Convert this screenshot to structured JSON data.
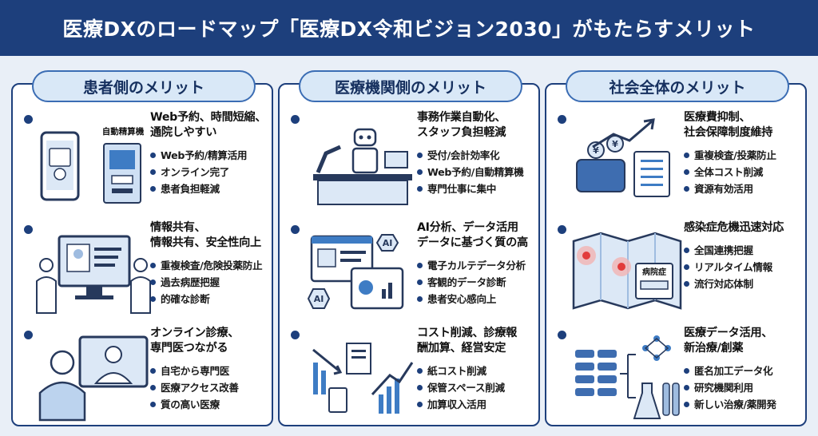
{
  "title": "医療DXのロードマップ「医療DX令和ビジョン2030」がもたらすメリット",
  "panels": [
    {
      "header": "患者側のメリット",
      "items": [
        {
          "title": [
            "Web予約、時間短縮、",
            "通院しやすい"
          ],
          "label": "自動精算機",
          "bullets": [
            "Web予約/精算活用",
            "オンライン完了",
            "患者負担軽減"
          ]
        },
        {
          "title": [
            "情報共有、",
            "情報共有、安全性向上"
          ],
          "bullets": [
            "重複検査/危険投薬防止",
            "過去病歴把握",
            "的確な診断"
          ]
        },
        {
          "title": [
            "オンライン診療、",
            "専門医つながる"
          ],
          "bullets": [
            "自宅から専門医",
            "医療アクセス改善",
            "質の高い医療"
          ]
        }
      ]
    },
    {
      "header": "医療機関側のメリット",
      "items": [
        {
          "title": [
            "事務作業自動化、",
            "スタッフ負担軽減"
          ],
          "bullets": [
            "受付/会計効率化",
            "Web予約/自動精算機",
            "専門仕事に集中"
          ]
        },
        {
          "title": [
            "AI分析、データ活用",
            "データに基づく質の高"
          ],
          "label": "AI",
          "bullets": [
            "電子カルテデータ分析",
            "客観的データ診断",
            "患者安心感向上"
          ]
        },
        {
          "title": [
            "コスト削減、診療報",
            "酬加算、経営安定"
          ],
          "bullets": [
            "紙コスト削減",
            "保管スペース削減",
            "加算収入活用"
          ]
        }
      ]
    },
    {
      "header": "社会全体のメリット",
      "items": [
        {
          "title": [
            "医療費抑制、",
            "社会保障制度維持"
          ],
          "label": "¥",
          "bullets": [
            "重複検査/投薬防止",
            "全体コスト削減",
            "資源有効活用"
          ]
        },
        {
          "title": [
            "感染症危機迅速対応"
          ],
          "label": "病院症",
          "bullets": [
            "全国連携把握",
            "リアルタイム情報",
            "流行対応体制"
          ]
        },
        {
          "title": [
            "医療データ活用、",
            "新治療/創薬"
          ],
          "bullets": [
            "匿名加工データ化",
            "研究機関利用",
            "新しい治療/薬開発"
          ]
        }
      ]
    }
  ]
}
